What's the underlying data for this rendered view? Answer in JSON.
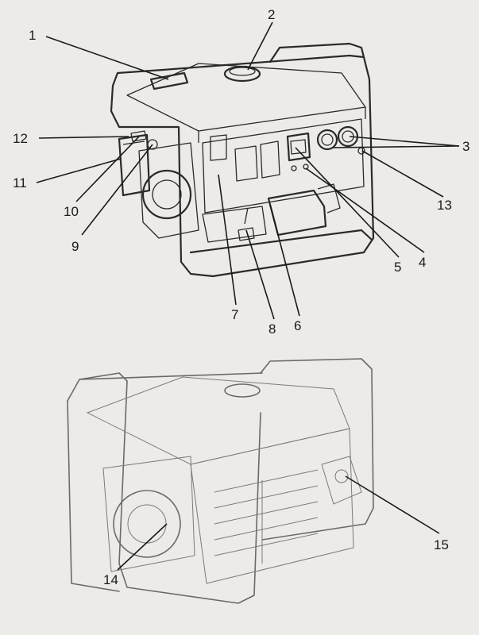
{
  "callouts": {
    "c1": "1",
    "c2": "2",
    "c3": "3",
    "c4": "4",
    "c5": "5",
    "c6": "6",
    "c7": "7",
    "c8": "8",
    "c9": "9",
    "c10": "10",
    "c11": "11",
    "c12": "12",
    "c13": "13",
    "c14": "14",
    "c15": "15"
  },
  "colors": {
    "background": "#ecebe8",
    "ink": "#2a2a2a"
  }
}
